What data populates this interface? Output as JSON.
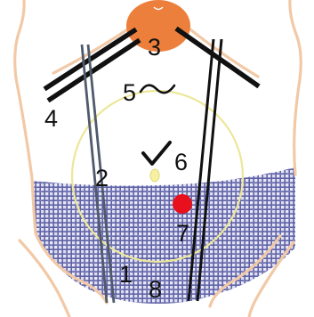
{
  "diagram": {
    "labels": {
      "label_1": "1",
      "label_2": "2",
      "label_3": "3",
      "label_4": "4",
      "label_5": "5",
      "label_6": "6",
      "label_7": "7",
      "label_8": "8"
    }
  },
  "colors": {
    "body_outline": "#f2c9a6",
    "region_3_fill": "#ec7f3c",
    "checkered_region": "#5f62a6",
    "circle_outline": "#ece79a",
    "center_ellipse": "#f6f1a2",
    "red_marker": "#e8101c",
    "line_dark": "#111111",
    "line_slate": "#4f5b6c"
  },
  "icons": {
    "symbol_5": "tilde-wave-icon",
    "symbol_6": "checkmark-icon",
    "marker_7": "red-dot-marker"
  }
}
